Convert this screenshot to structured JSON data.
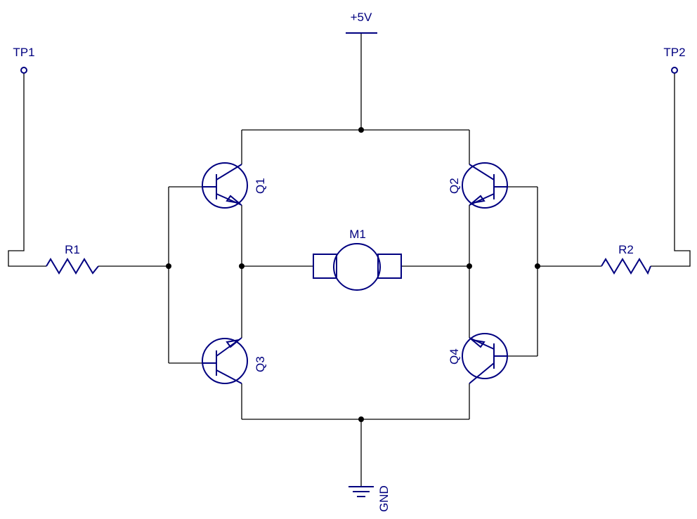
{
  "diagram": {
    "labels": {
      "vcc": "+5V",
      "gnd": "GND",
      "tp1": "TP1",
      "tp2": "TP2",
      "r1": "R1",
      "r2": "R2",
      "m1": "M1",
      "q1": "Q1",
      "q2": "Q2",
      "q3": "Q3",
      "q4": "Q4"
    },
    "colors": {
      "wire": "#000000",
      "component": "#000080",
      "label": "#000080"
    }
  }
}
